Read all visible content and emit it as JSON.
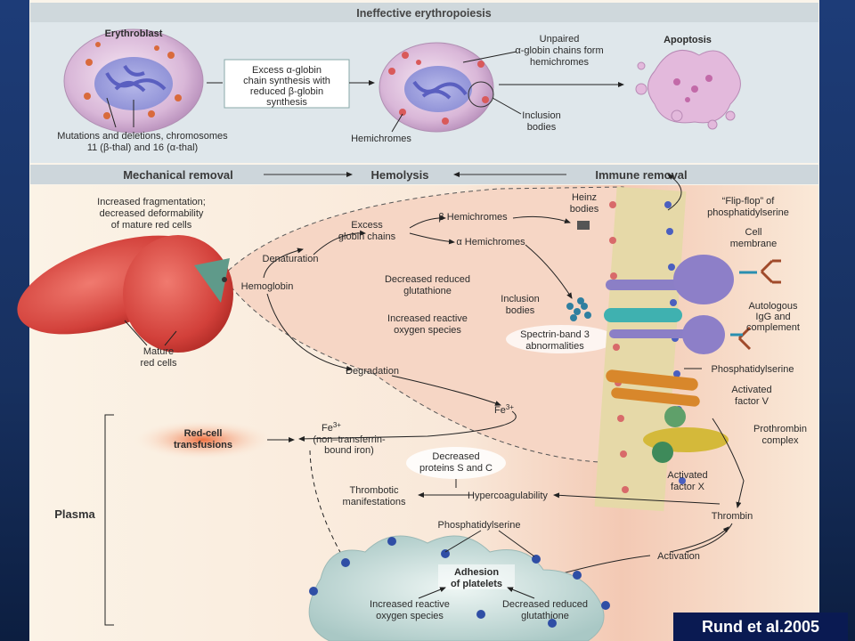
{
  "top_panel": {
    "title": "Ineffective erythropoiesis",
    "erythroblast_label": "Erythroblast",
    "mutations_label": [
      "Mutations and deletions, chromosomes",
      "11 (β-thal) and 16 (α-thal)"
    ],
    "excess_box": [
      "Excess α-globin",
      "chain synthesis with",
      "reduced β-globin",
      "synthesis"
    ],
    "unpaired_label": [
      "Unpaired",
      "α-globin chains form",
      "hemichromes"
    ],
    "apoptosis_label": "Apoptosis",
    "inclusion_label": [
      "Inclusion",
      "bodies"
    ],
    "hemichromes_label": "Hemichromes"
  },
  "band": {
    "mechanical": "Mechanical removal",
    "hemolysis": "Hemolysis",
    "immune": "Immune removal"
  },
  "main": {
    "fragmentation": [
      "Increased fragmentation;",
      "decreased deformability",
      "of mature red cells"
    ],
    "mature_cells": [
      "Mature",
      "red cells"
    ],
    "hemoglobin": "Hemoglobin",
    "denaturation": "Denaturation",
    "excess_globin": [
      "Excess",
      "globin chains"
    ],
    "beta_hemichromes": "β Hemichromes",
    "alpha_hemichromes": "α Hemichromes",
    "heinz": [
      "Heinz",
      "bodies"
    ],
    "flip_flop": [
      "“Flip-flop” of",
      "phosphatidylserine"
    ],
    "cell_membrane": [
      "Cell",
      "membrane"
    ],
    "decreased_glutathione": [
      "Decreased reduced",
      "glutathione"
    ],
    "increased_ros": [
      "Increased reactive",
      "oxygen species"
    ],
    "inclusion_bodies": [
      "Inclusion",
      "bodies"
    ],
    "spectrin": [
      "Spectrin-band 3",
      "abnormalities"
    ],
    "autologous": [
      "Autologous",
      "IgG and",
      "complement"
    ],
    "phosphatidylserine": "Phosphatidylserine",
    "degradation": "Degradation",
    "fe3": "Fe",
    "fe3_sup": "3+",
    "activated_v": [
      "Activated",
      "factor V"
    ],
    "prothrombin": [
      "Prothrombin",
      "complex"
    ],
    "activated_x": [
      "Activated",
      "factor X"
    ]
  },
  "plasma": {
    "label": "Plasma",
    "transfusions": [
      "Red-cell",
      "transfusions"
    ],
    "fe3_plasma": [
      "Fe",
      "(non–transferrin-",
      "bound iron)"
    ],
    "fe3_plasma_sup": "3+",
    "decreased_proteins": [
      "Decreased",
      "proteins S and C"
    ],
    "thrombotic": [
      "Thrombotic",
      "manifestations"
    ],
    "hypercoag": "Hypercoagulability",
    "thrombin": "Thrombin",
    "phosphatidylserine": "Phosphatidylserine",
    "adhesion": [
      "Adhesion",
      "of platelets"
    ],
    "activation": "Activation",
    "increased_ros": [
      "Increased reactive",
      "oxygen species"
    ],
    "decreased_glutathione": [
      "Decreased reduced",
      "glutathione"
    ]
  },
  "credit": "Rund et al.2005"
}
